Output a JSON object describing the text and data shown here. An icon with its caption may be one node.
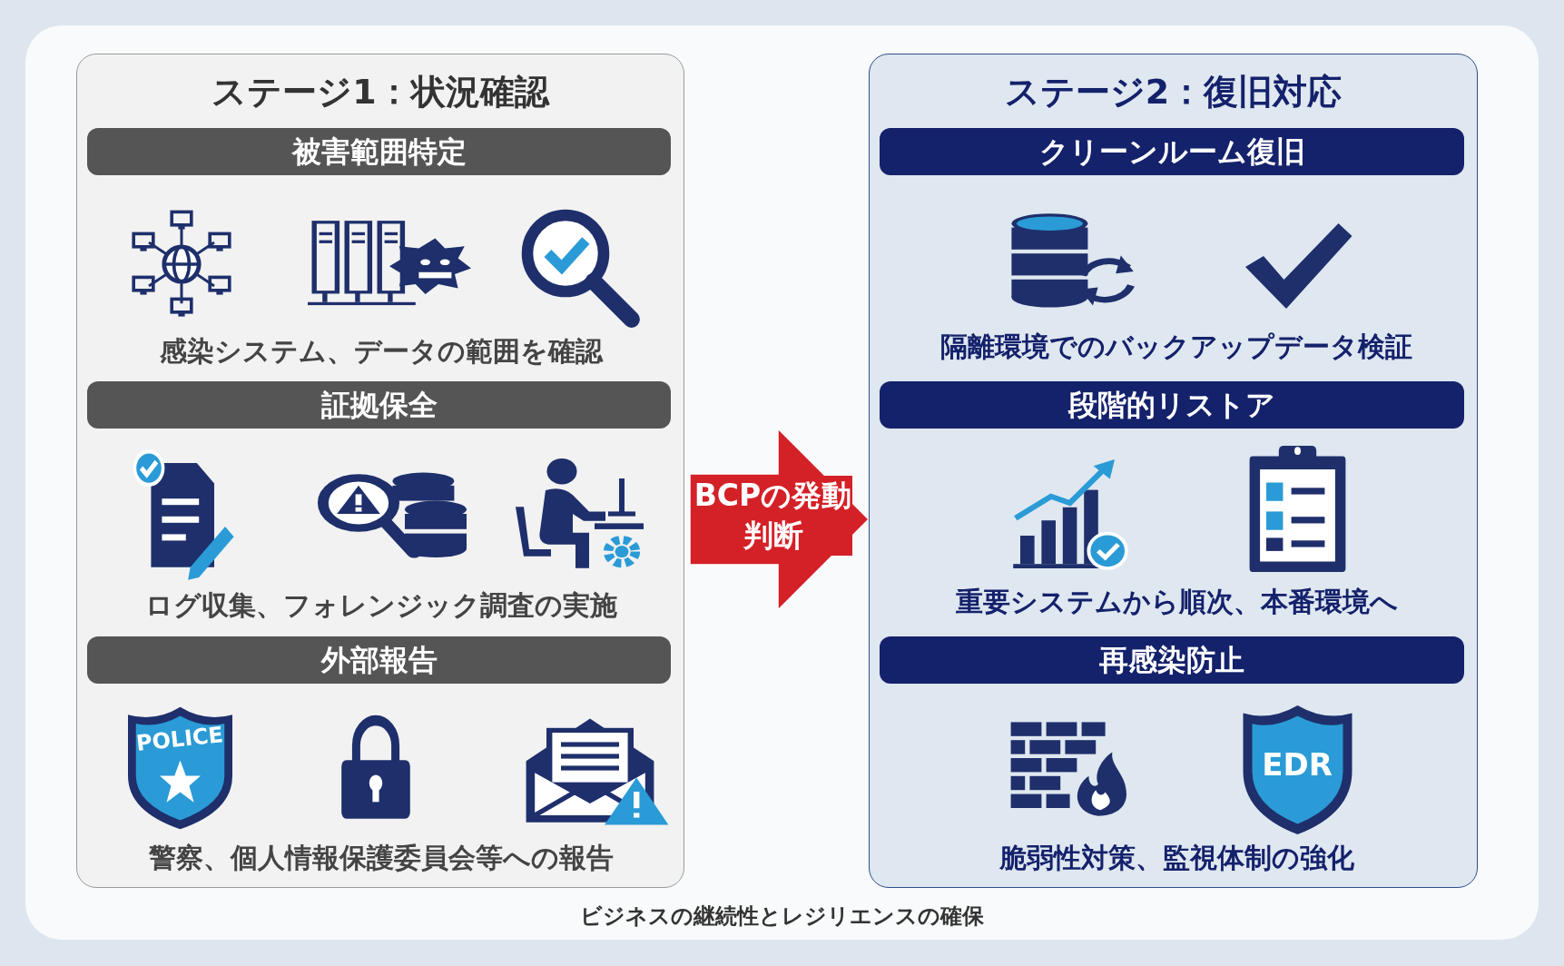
{
  "diagram": {
    "caption": "ビジネスの継続性とレジリエンスの確保",
    "nodes": [
      {
        "text": [
          "ステージ1：状況確認"
        ]
      },
      {
        "text": [
          "被害範囲特定"
        ],
        "in": 0
      },
      {
        "text": [
          "証拠保全"
        ],
        "in": 0
      },
      {
        "text": [
          "外部報告"
        ],
        "in": 0
      },
      {
        "text": [
          "ステージ2：復旧対応"
        ]
      },
      {
        "text": [
          "クリーンルーム復旧"
        ],
        "in": 4
      },
      {
        "text": [
          "段階的リストア"
        ],
        "in": 4
      },
      {
        "text": [
          "再感染防止"
        ],
        "in": 4
      }
    ],
    "edges": [
      {
        "from": 0,
        "to": 4,
        "arrow": "to",
        "label": "BCPの発動判断",
        "color": "#d42027"
      }
    ],
    "labels": [
      "感染システム、データの範囲を確認",
      "ログ収集、フォレンジック調査の実施",
      "POLICE",
      "警察、個人情報保護委員会等への報告",
      "隔離環境でのバックアップデータ検証",
      "重要システムから順次、本番環境へ",
      "EDR",
      "脆弱性対策、監視体制の強化"
    ]
  }
}
